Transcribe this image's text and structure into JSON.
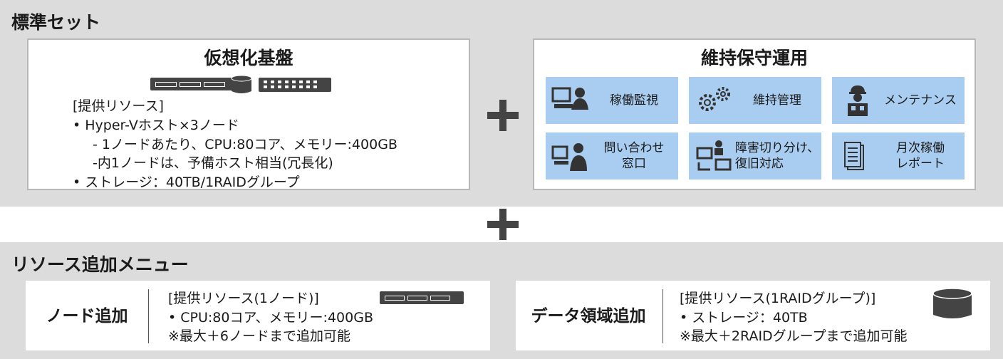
{
  "standard": {
    "title": "標準セット",
    "virtual": {
      "title": "仮想化基盤",
      "lines": [
        "[提供リソース]",
        "•  Hyper-Vホスト×3ノード",
        "- 1ノードあたり、CPU:80コア、メモリー:400GB",
        "-内1ノードは、予備ホスト相当(冗長化)",
        "•  ストレージ：40TB/1RAIDグループ"
      ]
    },
    "ops": {
      "title": "維持保守運用",
      "tiles": [
        {
          "label": "稼働監視",
          "icon": "monitoring-operator-icon"
        },
        {
          "label": "維持管理",
          "icon": "gears-icon"
        },
        {
          "label": "メンテナンス",
          "icon": "maintenance-worker-icon"
        },
        {
          "label": "問い合わせ\n窓口",
          "icon": "helpdesk-operator-icon"
        },
        {
          "label": "障害切り分け、\n復旧対応",
          "icon": "troubleshooting-icon"
        },
        {
          "label": "月次稼働\nレポート",
          "icon": "report-documents-icon"
        }
      ]
    }
  },
  "menu": {
    "title": "リソース追加メニュー",
    "node": {
      "title": "ノード追加",
      "lines": [
        "[提供リソース(1ノード)]",
        "•  CPU:80コア、メモリー:400GB",
        "※最大＋6ノードまで追加可能"
      ]
    },
    "data": {
      "title": "データ領域追加",
      "lines": [
        "[提供リソース(1RAIDグループ)]",
        "•  ストレージ：40TB",
        "※最大＋2RAIDグループまで追加可能"
      ]
    }
  },
  "colors": {
    "band": "#dcdcdc",
    "tile": "#a8cdf0",
    "icon": "#444444"
  }
}
